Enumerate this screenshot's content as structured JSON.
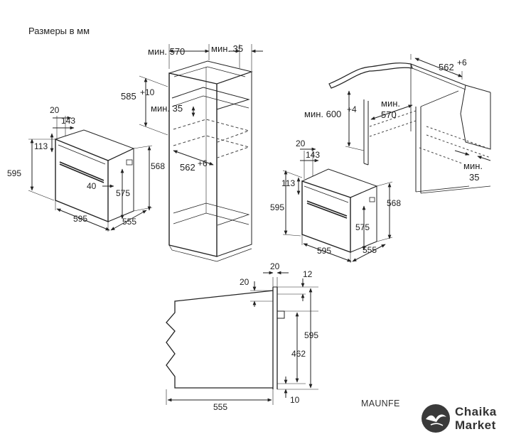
{
  "title": "Размеры в мм",
  "model": "MAUNFE",
  "brand": {
    "line1": "Chaika",
    "line2": "Market"
  },
  "labels": {
    "a_20": "20",
    "a_143": "143",
    "a_113": "113",
    "a_595h": "595",
    "a_568": "568",
    "a_40": "40",
    "a_575": "575",
    "a_595w": "595",
    "a_555": "555",
    "b_min570": "мин. 570",
    "b_min35top": "мин. 35",
    "b_585": "585",
    "b_585sup": "+10",
    "b_min35mid": "мин. 35",
    "b_562": "562",
    "b_562sup": "+6",
    "c_562": "562",
    "c_562sup": "+6",
    "c_min600": "мин. 600",
    "c_min600sup": "+4",
    "c_min": "мин.",
    "c_570": "570",
    "c_min35a": "мин.",
    "c_min35b": "35",
    "d_20": "20",
    "d_143": "143",
    "d_113": "113",
    "d_595h": "595",
    "d_568": "568",
    "d_575": "575",
    "d_595w": "595",
    "d_555": "555",
    "e_20top": "20",
    "e_20left": "20",
    "e_12": "12",
    "e_595": "595",
    "e_462": "462",
    "e_555": "555",
    "e_10": "10"
  },
  "colors": {
    "line": "#222222",
    "dash": "#444444",
    "logo_bg": "#3a3a3a"
  }
}
